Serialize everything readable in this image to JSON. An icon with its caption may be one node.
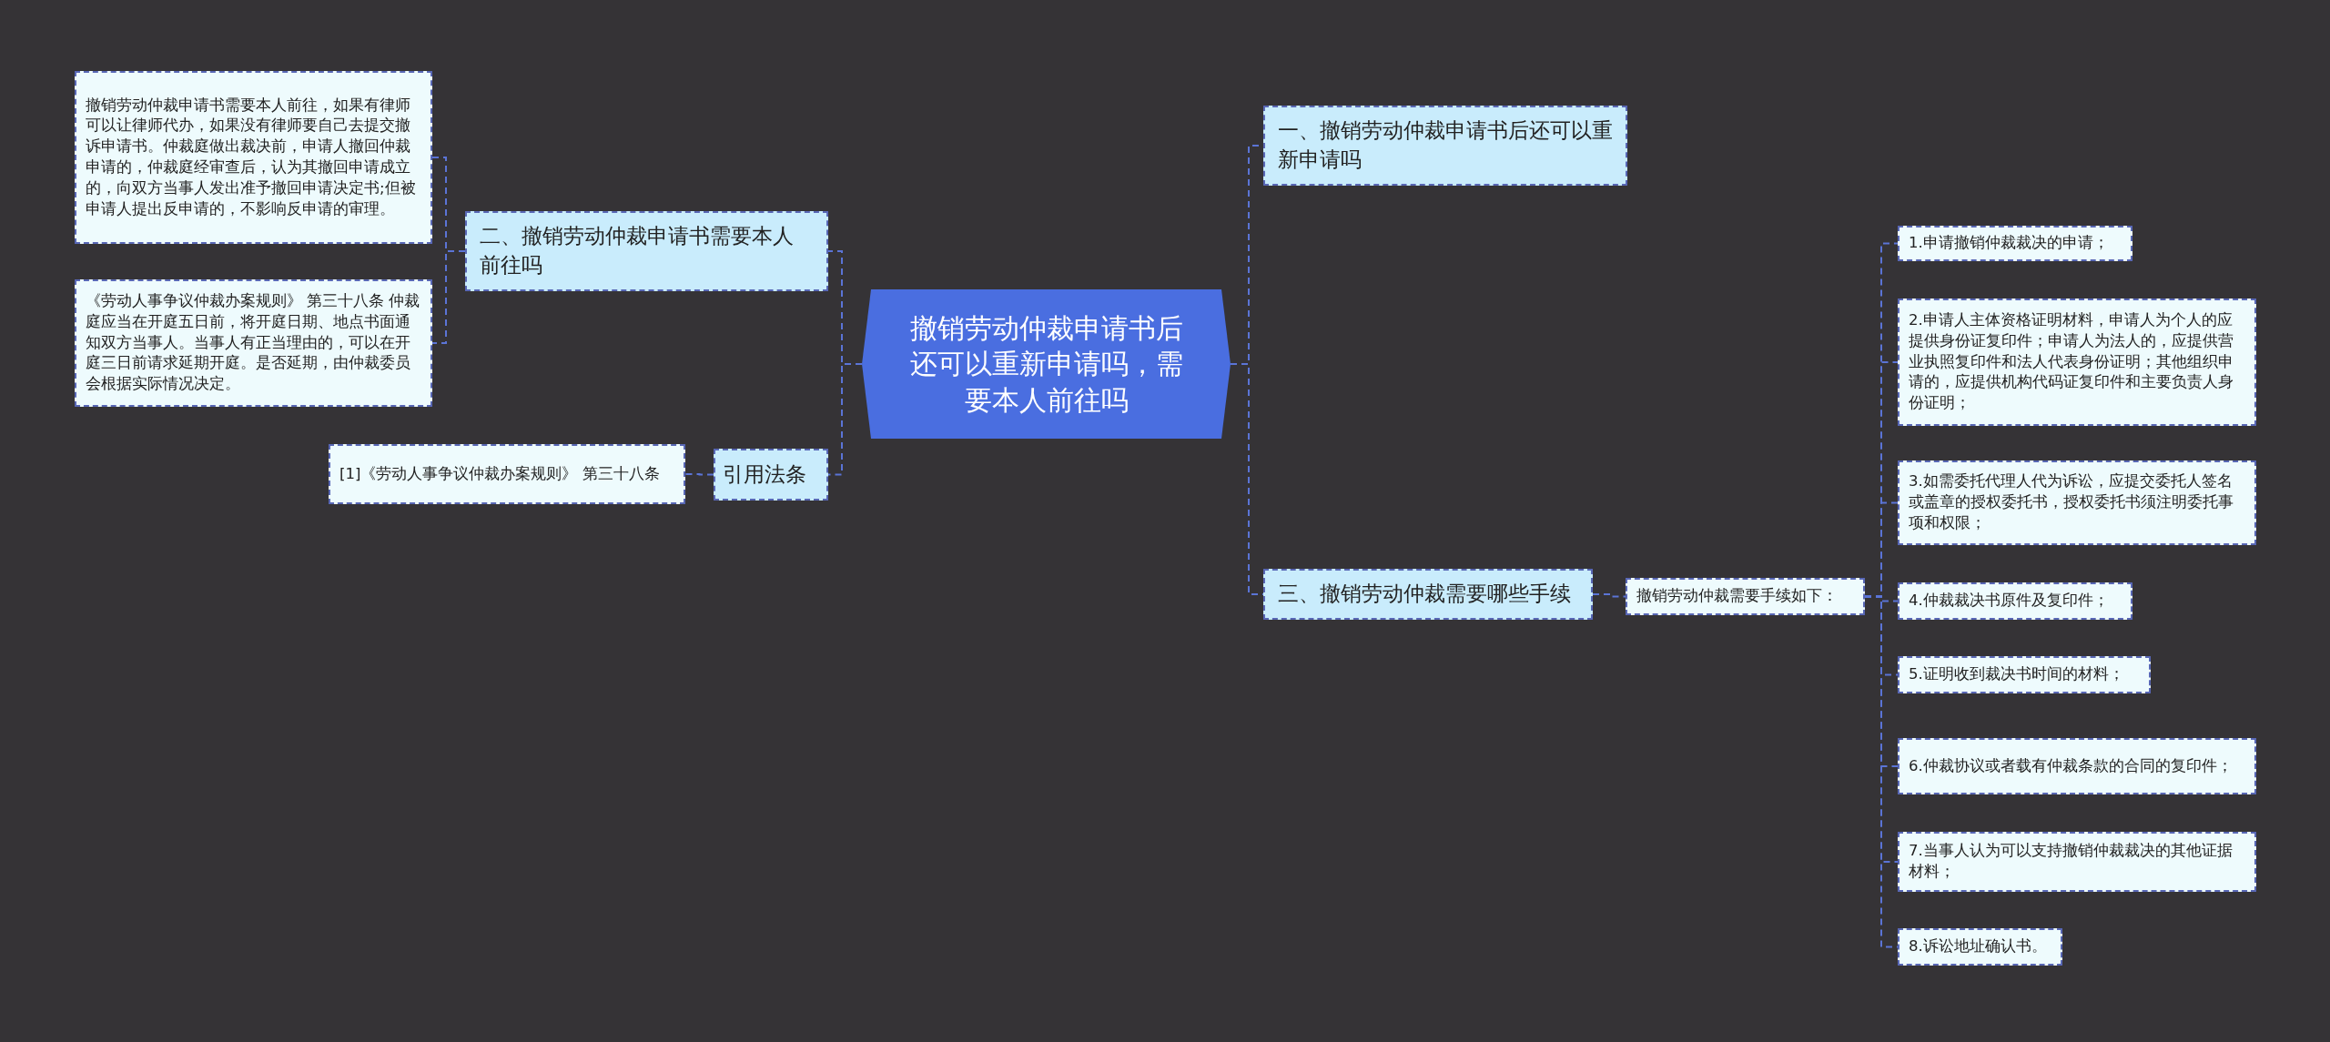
{
  "diagram": {
    "nodes": [
      {
        "text": [
          "撤销劳动仲裁申请书后还可以重新申请吗，需要本人前往吗"
        ]
      },
      {
        "text": [
          "一、撤销劳动仲裁申请书后还可以重新申请吗"
        ]
      },
      {
        "text": [
          "二、撤销劳动仲裁申请书需要本人前往吗"
        ]
      },
      {
        "text": [
          "撤销劳动仲裁申请书需要本人前往，如果有律师可以让律师代办，如果没有律师要自己去提交撤诉申请书。仲裁庭做出裁决前，申请人撤回仲裁申请的，仲裁庭经审查后，认为其撤回申请成立的，向双方当事人发出准予撤回申请决定书;但被申请人提出反申请的，不影响反申请的审理。"
        ]
      },
      {
        "text": [
          "《劳动人事争议仲裁办案规则》 第三十八条 仲裁庭应当在开庭五日前，将开庭日期、地点书面通知双方当事人。当事人有正当理由的，可以在开庭三日前请求延期开庭。是否延期，由仲裁委员会根据实际情况决定。"
        ]
      },
      {
        "text": [
          "三、撤销劳动仲裁需要哪些手续"
        ]
      },
      {
        "text": [
          "引用法条"
        ]
      },
      {
        "text": [
          "[1]《劳动人事争议仲裁办案规则》 第三十八条"
        ]
      },
      {
        "text": [
          "撤销劳动仲裁需要手续如下："
        ]
      },
      {
        "text": [
          "1.申请撤销仲裁裁决的申请；"
        ]
      },
      {
        "text": [
          "2.申请人主体资格证明材料，申请人为个人的应提供身份证复印件；申请人为法人的，应提供营业执照复印件和法人代表身份证明；其他组织申请的，应提供机构代码证复印件和主要负责人身份证明；"
        ]
      },
      {
        "text": [
          "3.如需委托代理人代为诉讼，应提交委托人签名或盖章的授权委托书，授权委托书须注明委托事项和权限；"
        ]
      },
      {
        "text": [
          "4.仲裁裁决书原件及复印件；"
        ]
      },
      {
        "text": [
          "5.证明收到裁决书时间的材料；"
        ]
      },
      {
        "text": [
          "6.仲裁协议或者载有仲裁条款的合同的复印件；"
        ]
      },
      {
        "text": [
          "7.当事人认为可以支持撤销仲裁裁决的其他证据材料；"
        ]
      },
      {
        "text": [
          "8.诉讼地址确认书。"
        ]
      }
    ],
    "edges": [
      {
        "from": 0,
        "to": 1,
        "arrow": "none",
        "style": "dashed"
      },
      {
        "from": 0,
        "to": 2,
        "arrow": "none",
        "style": "dashed"
      },
      {
        "from": 2,
        "to": 3,
        "arrow": "none",
        "style": "dashed"
      },
      {
        "from": 2,
        "to": 4,
        "arrow": "none",
        "style": "dashed"
      },
      {
        "from": 0,
        "to": 5,
        "arrow": "none",
        "style": "dashed"
      },
      {
        "from": 0,
        "to": 6,
        "arrow": "none",
        "style": "dashed"
      },
      {
        "from": 6,
        "to": 7,
        "arrow": "none",
        "style": "dashed"
      },
      {
        "from": 5,
        "to": 8,
        "arrow": "none",
        "style": "dashed"
      },
      {
        "from": 8,
        "to": 9,
        "arrow": "none",
        "style": "dashed"
      },
      {
        "from": 8,
        "to": 10,
        "arrow": "none",
        "style": "dashed"
      },
      {
        "from": 8,
        "to": 11,
        "arrow": "none",
        "style": "dashed"
      },
      {
        "from": 8,
        "to": 12,
        "arrow": "none",
        "style": "dashed"
      },
      {
        "from": 8,
        "to": 13,
        "arrow": "none",
        "style": "dashed"
      },
      {
        "from": 8,
        "to": 14,
        "arrow": "none",
        "style": "dashed"
      },
      {
        "from": 8,
        "to": 15,
        "arrow": "none",
        "style": "dashed"
      },
      {
        "from": 8,
        "to": 16,
        "arrow": "none",
        "style": "dashed"
      }
    ]
  }
}
